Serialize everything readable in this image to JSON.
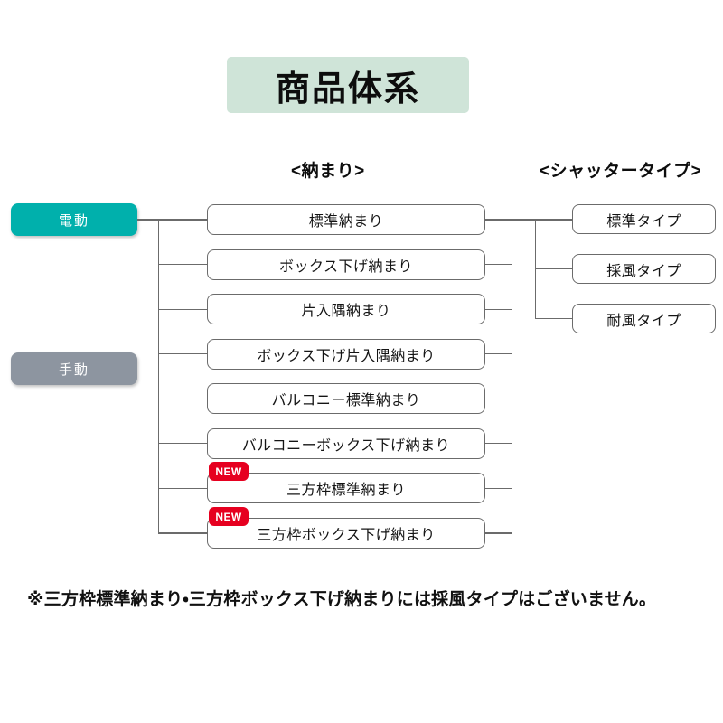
{
  "title": "商品体系",
  "columns": {
    "nawamari_header": "<納まり>",
    "shutter_header": "<シャッタータイプ>"
  },
  "modes": [
    {
      "label": "電動",
      "color": "#00b0ac"
    },
    {
      "label": "手動",
      "color": "#8d95a0"
    }
  ],
  "nawamari_items": [
    {
      "label": "標準納まり",
      "badge": null
    },
    {
      "label": "ボックス下げ納まり",
      "badge": null
    },
    {
      "label": "片入隅納まり",
      "badge": null
    },
    {
      "label": "ボックス下げ片入隅納まり",
      "badge": null
    },
    {
      "label": "バルコニー標準納まり",
      "badge": null
    },
    {
      "label": "バルコニーボックス下げ納まり",
      "badge": null
    },
    {
      "label": "三方枠標準納まり",
      "badge": "NEW"
    },
    {
      "label": "三方枠ボックス下げ納まり",
      "badge": "NEW"
    }
  ],
  "shutter_types": [
    {
      "label": "標準タイプ"
    },
    {
      "label": "採風タイプ"
    },
    {
      "label": "耐風タイプ"
    }
  ],
  "footnote": "※三方枠標準納まり・三方枠ボックス下げ納まりには採風タイプはございません。",
  "colors": {
    "title_band": "#cfe4d8",
    "electric": "#00b0ac",
    "manual": "#8d95a0",
    "badge": "#e60020",
    "line": "#6b6b6b",
    "background": "#ffffff"
  }
}
